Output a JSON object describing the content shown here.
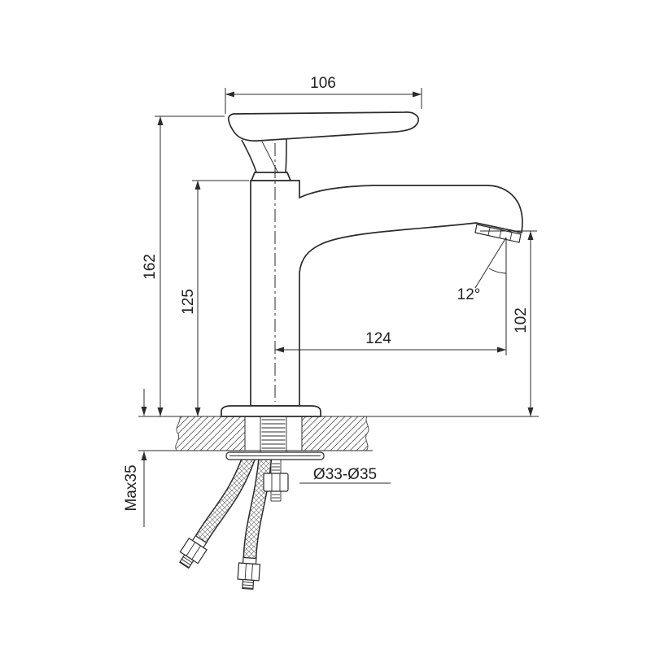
{
  "colors": {
    "ink": "#2b2b2b",
    "background": "#ffffff"
  },
  "dimensions": {
    "handle_length": "106",
    "overall_height": "162",
    "body_height": "125",
    "spout_reach": "124",
    "outlet_height": "102",
    "spout_angle": "12°",
    "mounting_hole_diameter": "Ø33-Ø35",
    "max_deck_thickness": "Max35"
  }
}
